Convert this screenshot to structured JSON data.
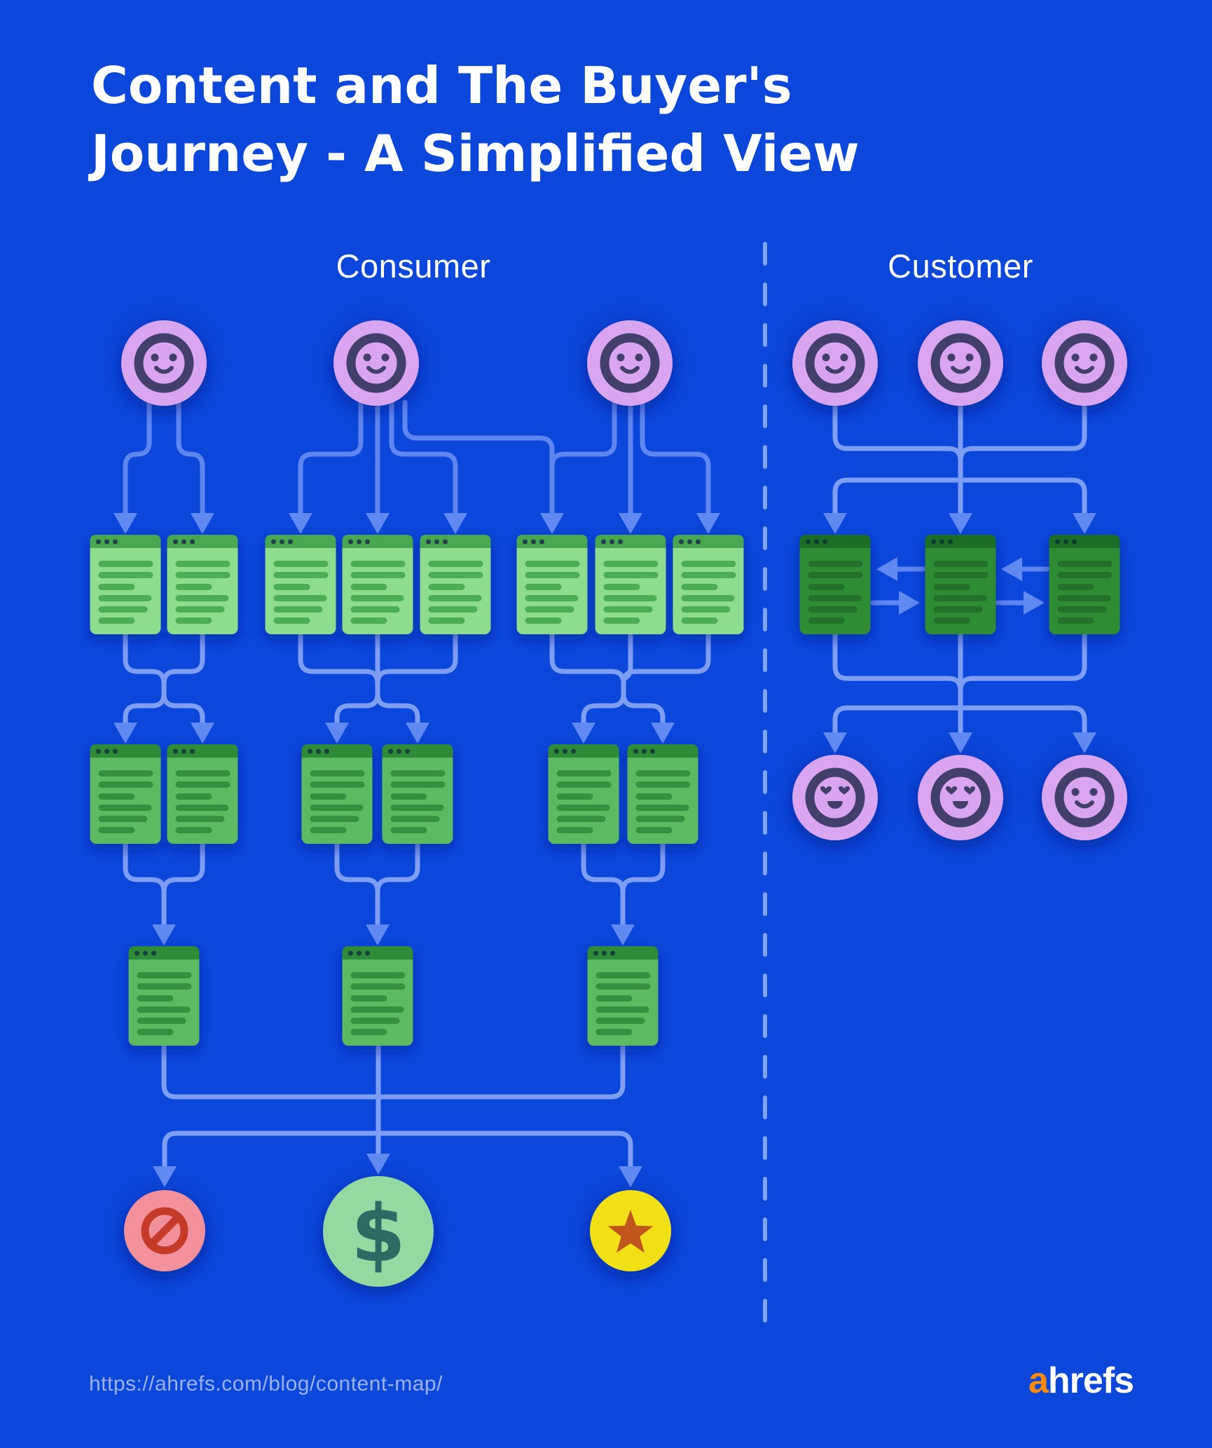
{
  "title": {
    "line1": "Content and The Buyer's",
    "line2": "Journey - A Simplified View"
  },
  "sections": {
    "consumer_label": "Consumer",
    "customer_label": "Customer"
  },
  "footer": {
    "url": "https://ahrefs.com/blog/content-map/",
    "logo_prefix": "a",
    "logo_suffix": "hrefs"
  },
  "icons": {
    "consumer_persona": "smiley-face-icon",
    "customer_persona": "smiley-face-icon",
    "delighted_customer": "heart-eyes-face-icon",
    "content_document": "document-window-icon",
    "no_sale": "blocked-icon",
    "purchase": "dollar-icon",
    "purchase_glyph": "$",
    "advocacy": "star-icon"
  },
  "diagram": {
    "consumer": {
      "personas": 3,
      "row1_doc_groups": [
        2,
        3,
        3
      ],
      "row2_doc_groups": [
        2,
        2,
        2
      ],
      "row3_doc_groups": [
        1,
        1,
        1
      ],
      "outcomes": [
        "no-sale",
        "purchase",
        "advocacy"
      ]
    },
    "customer": {
      "personas": 3,
      "docs": 3,
      "doc_links": "bidirectional-arrows",
      "outcome_faces": [
        "heart-eyes",
        "heart-eyes",
        "smile"
      ]
    }
  },
  "colors": {
    "background": "#0a47da",
    "connector": "#5e85f0",
    "connector_light": "#7e9ef6",
    "arrowhead": "#6189f2",
    "divider": "#7fa3f8",
    "face_skin": "#d9a4f0",
    "face_features": "#423f6b",
    "card_light_body": "#8edc8e",
    "card_light_header": "#46a851",
    "card_mid_body": "#5cba62",
    "card_mid_header": "#2e8b39",
    "card_dark_body": "#2f8c36",
    "card_dark_header": "#1e6d26",
    "no_sale_circle": "#f2909c",
    "no_sale_glyph": "#c53b29",
    "purchase_circle": "#93d9a1",
    "purchase_glyph": "#2f6a63",
    "advocacy_circle": "#f2e019",
    "advocacy_glyph": "#c1571c",
    "logo_orange": "#ff8a05",
    "url_text": "#9cb2e6"
  }
}
